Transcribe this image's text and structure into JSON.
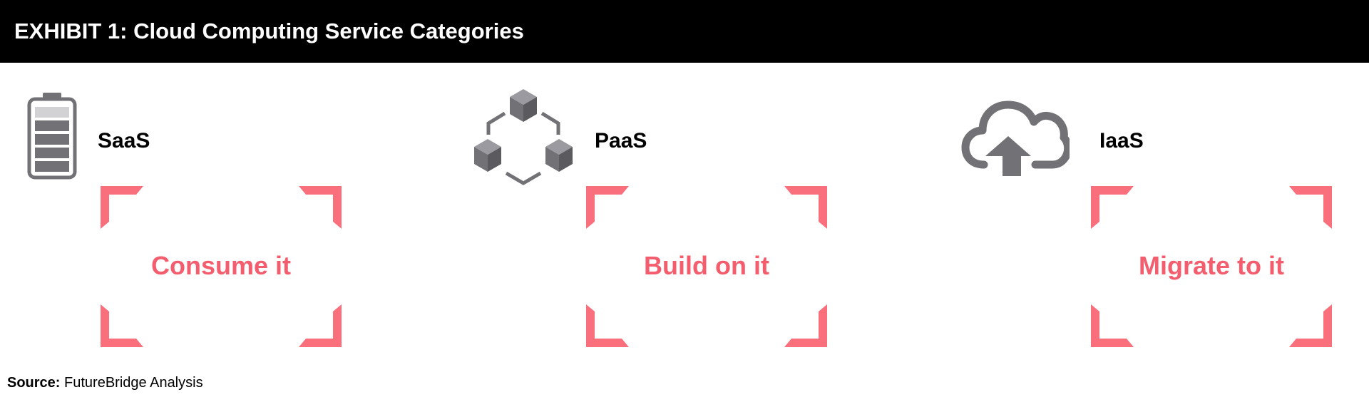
{
  "header": {
    "title": "EXHIBIT 1: Cloud Computing Service Categories"
  },
  "categories": [
    {
      "label": "SaaS",
      "action": "Consume it",
      "icon": "battery-icon"
    },
    {
      "label": "PaaS",
      "action": "Build on it",
      "icon": "connected-cubes-icon"
    },
    {
      "label": "IaaS",
      "action": "Migrate to it",
      "icon": "cloud-upload-icon"
    }
  ],
  "source": {
    "label": "Source:",
    "text": "FutureBridge Analysis"
  },
  "colors": {
    "accent": "#f45d6d",
    "icon": "#717176",
    "header_bg": "#000000"
  }
}
